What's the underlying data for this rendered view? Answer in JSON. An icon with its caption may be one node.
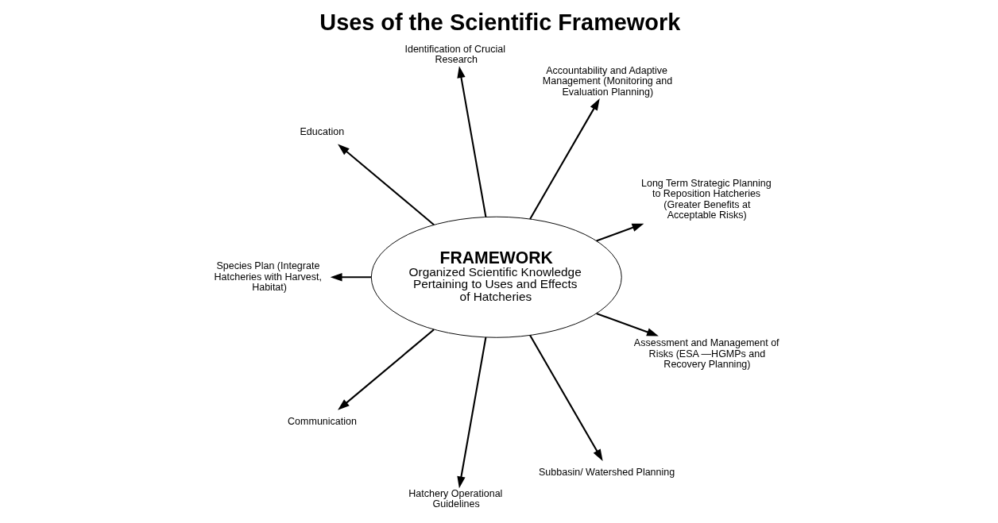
{
  "diagram": {
    "title": "Uses of the Scientific Framework",
    "nodes": [
      {
        "text": [
          "FRAMEWORK",
          "Organized Scientific Knowledge Pertaining to Uses and Effects of Hatcheries"
        ]
      },
      {
        "text": [
          "Long Term Strategic Planning to Reposition Hatcheries (Greater Benefits at Acceptable Risks)"
        ]
      },
      {
        "text": [
          "Accountability and Adaptive Management (Monitoring and Evaluation Planning)"
        ]
      },
      {
        "text": [
          "Identification of Crucial Research"
        ]
      },
      {
        "text": [
          "Education"
        ]
      },
      {
        "text": [
          "Species Plan (Integrate Hatcheries with Harvest, Habitat)"
        ]
      },
      {
        "text": [
          "Communication"
        ]
      },
      {
        "text": [
          "Hatchery Operational Guidelines"
        ]
      },
      {
        "text": [
          "Subbasin/ Watershed Planning"
        ]
      },
      {
        "text": [
          "Assessment and Management of Risks (ESA —HGMPs and Recovery Planning)"
        ]
      }
    ],
    "edges": [
      {
        "from": 0,
        "to": 1,
        "arrow": "to"
      },
      {
        "from": 0,
        "to": 3,
        "arrow": "to"
      },
      {
        "from": 0,
        "to": 4,
        "arrow": "to"
      },
      {
        "from": 0,
        "to": 6,
        "arrow": "to"
      },
      {
        "from": 0,
        "to": 8,
        "arrow": "to"
      },
      {
        "from": 0,
        "to": 9,
        "arrow": "to"
      },
      {
        "from": 0,
        "to": 7,
        "arrow": "to"
      },
      {
        "from": 0,
        "to": 5,
        "arrow": "to"
      },
      {
        "from": 0,
        "to": 2,
        "arrow": "to"
      }
    ]
  }
}
